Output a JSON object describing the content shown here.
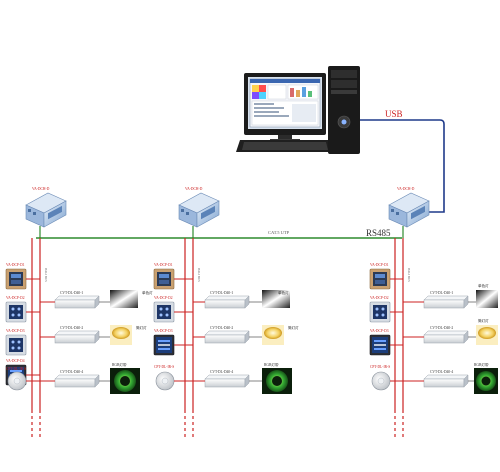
{
  "links": {
    "usb_label": "USB",
    "rs485_label": "RS485",
    "ethernet_label": "CAT.5 UTP"
  },
  "gateways": [
    {
      "label": "VA-DCH-D"
    },
    {
      "label": "VA-DCH-D"
    },
    {
      "label": "VA-DCH-D"
    }
  ],
  "branch_bus_label": "DALI BUS",
  "panels": [
    {
      "label": "VA-DCP-D1"
    },
    {
      "label": "VA-DCP-D2"
    },
    {
      "label": "VA-DCP-D3"
    },
    {
      "label": "VA-DCP-D4"
    },
    {
      "label": "CPT-DL-IR-S"
    }
  ],
  "drivers": [
    {
      "label": "CVT-DL-D40-1"
    },
    {
      "label": "CVT-DL-D40-2"
    },
    {
      "label": "CVT-DL-D40-3"
    },
    {
      "label": "CVT-DL-D40-4"
    }
  ],
  "lamps": [
    {
      "label": "单色灯",
      "icon": "tube-light-icon"
    },
    {
      "label": "筒灯灯",
      "icon": "downlight-icon"
    },
    {
      "label": "RGB灯带",
      "icon": "led-strip-icon"
    }
  ],
  "colors": {
    "green_bus": "#2e8b2e",
    "red_line": "#cc2222",
    "usb_cable": "#1f3a8a"
  }
}
